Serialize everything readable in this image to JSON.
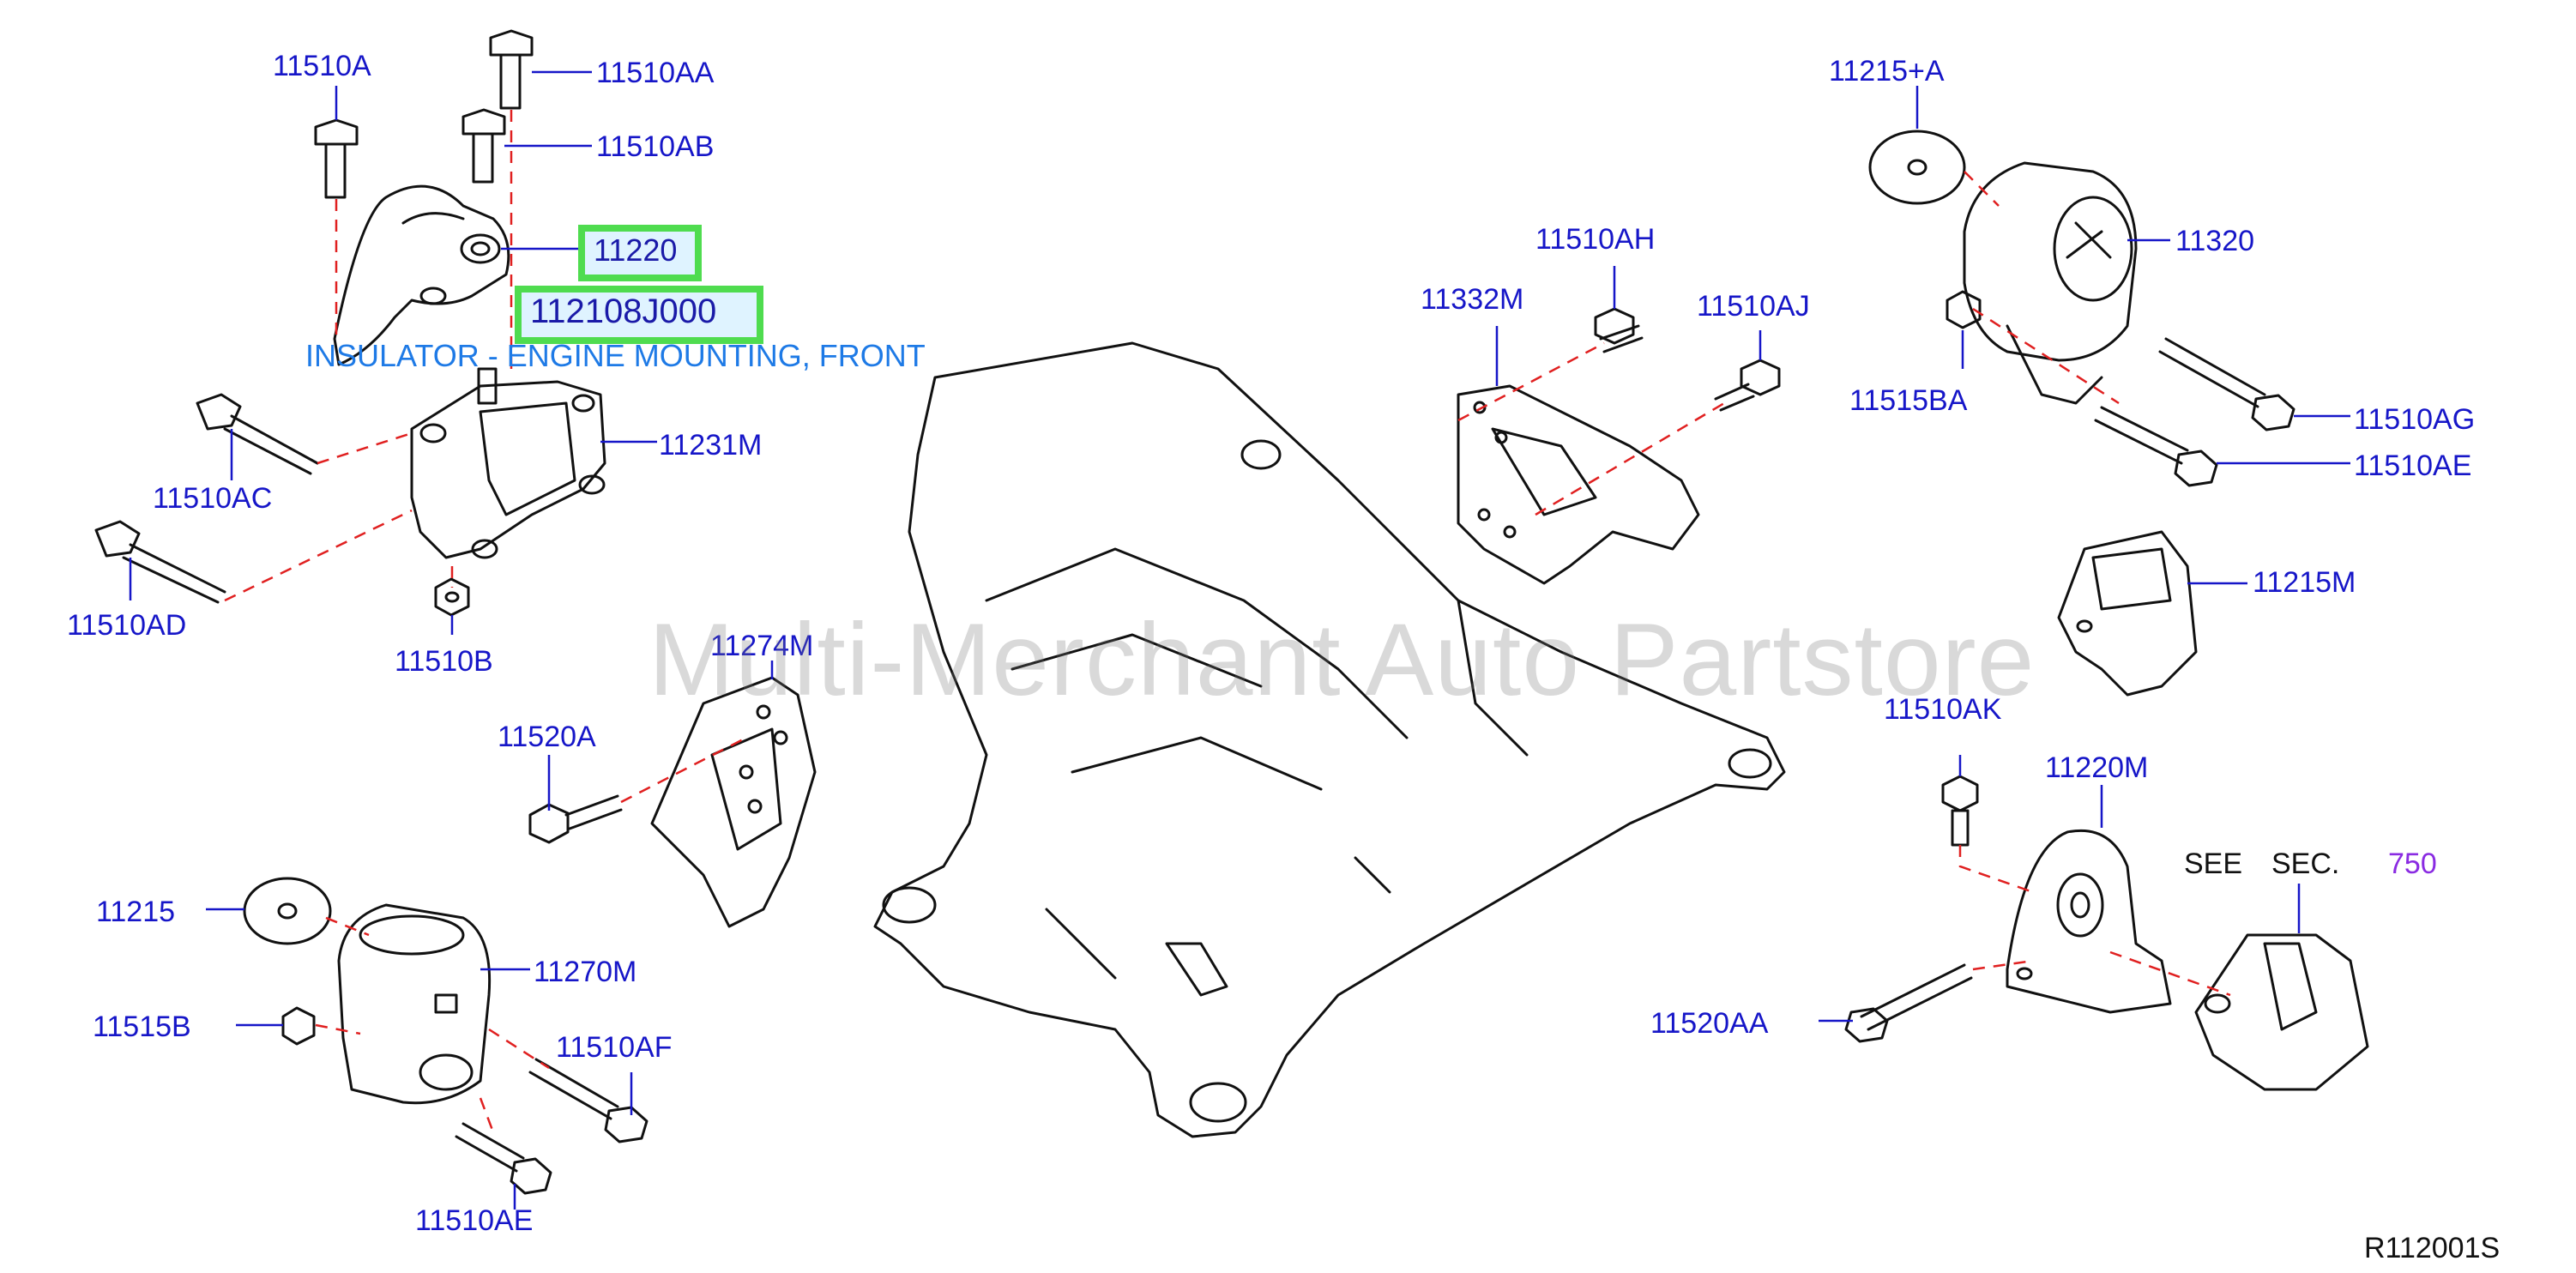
{
  "callouts": {
    "c11510A": "11510A",
    "c11510AA": "11510AA",
    "c11510AB": "11510AB",
    "c11220": "11220",
    "c112108J000": "112108J000",
    "c11231M": "11231M",
    "c11510AC": "11510AC",
    "c11510AD": "11510AD",
    "c11510B": "11510B",
    "c11274M": "11274M",
    "c11520A": "11520A",
    "c11215": "11215",
    "c11270M": "11270M",
    "c11515B": "11515B",
    "c11510AF": "11510AF",
    "c11510AE_left": "11510AE",
    "c11332M": "11332M",
    "c11510AH": "11510AH",
    "c11510AJ": "11510AJ",
    "c11215A": "11215+A",
    "c11320": "11320",
    "c11515BA": "11515BA",
    "c11510AG": "11510AG",
    "c11510AE_right": "11510AE",
    "c11215M": "11215M",
    "c11510AK": "11510AK",
    "c11220M": "11220M",
    "see": "SEE",
    "sec": "SEC.",
    "sec_num": "750",
    "c11520AA": "11520AA"
  },
  "tooltip": "INSULATOR - ENGINE MOUNTING, FRONT",
  "watermark": "Multi-Merchant Auto Partstore",
  "diagram_ref": "R112001S",
  "colors": {
    "callout": "#1616c8",
    "highlight_border": "#4fdc4f",
    "tooltip": "#1e7ae6",
    "leader_dash": "#e02020",
    "line_art": "#111111"
  }
}
